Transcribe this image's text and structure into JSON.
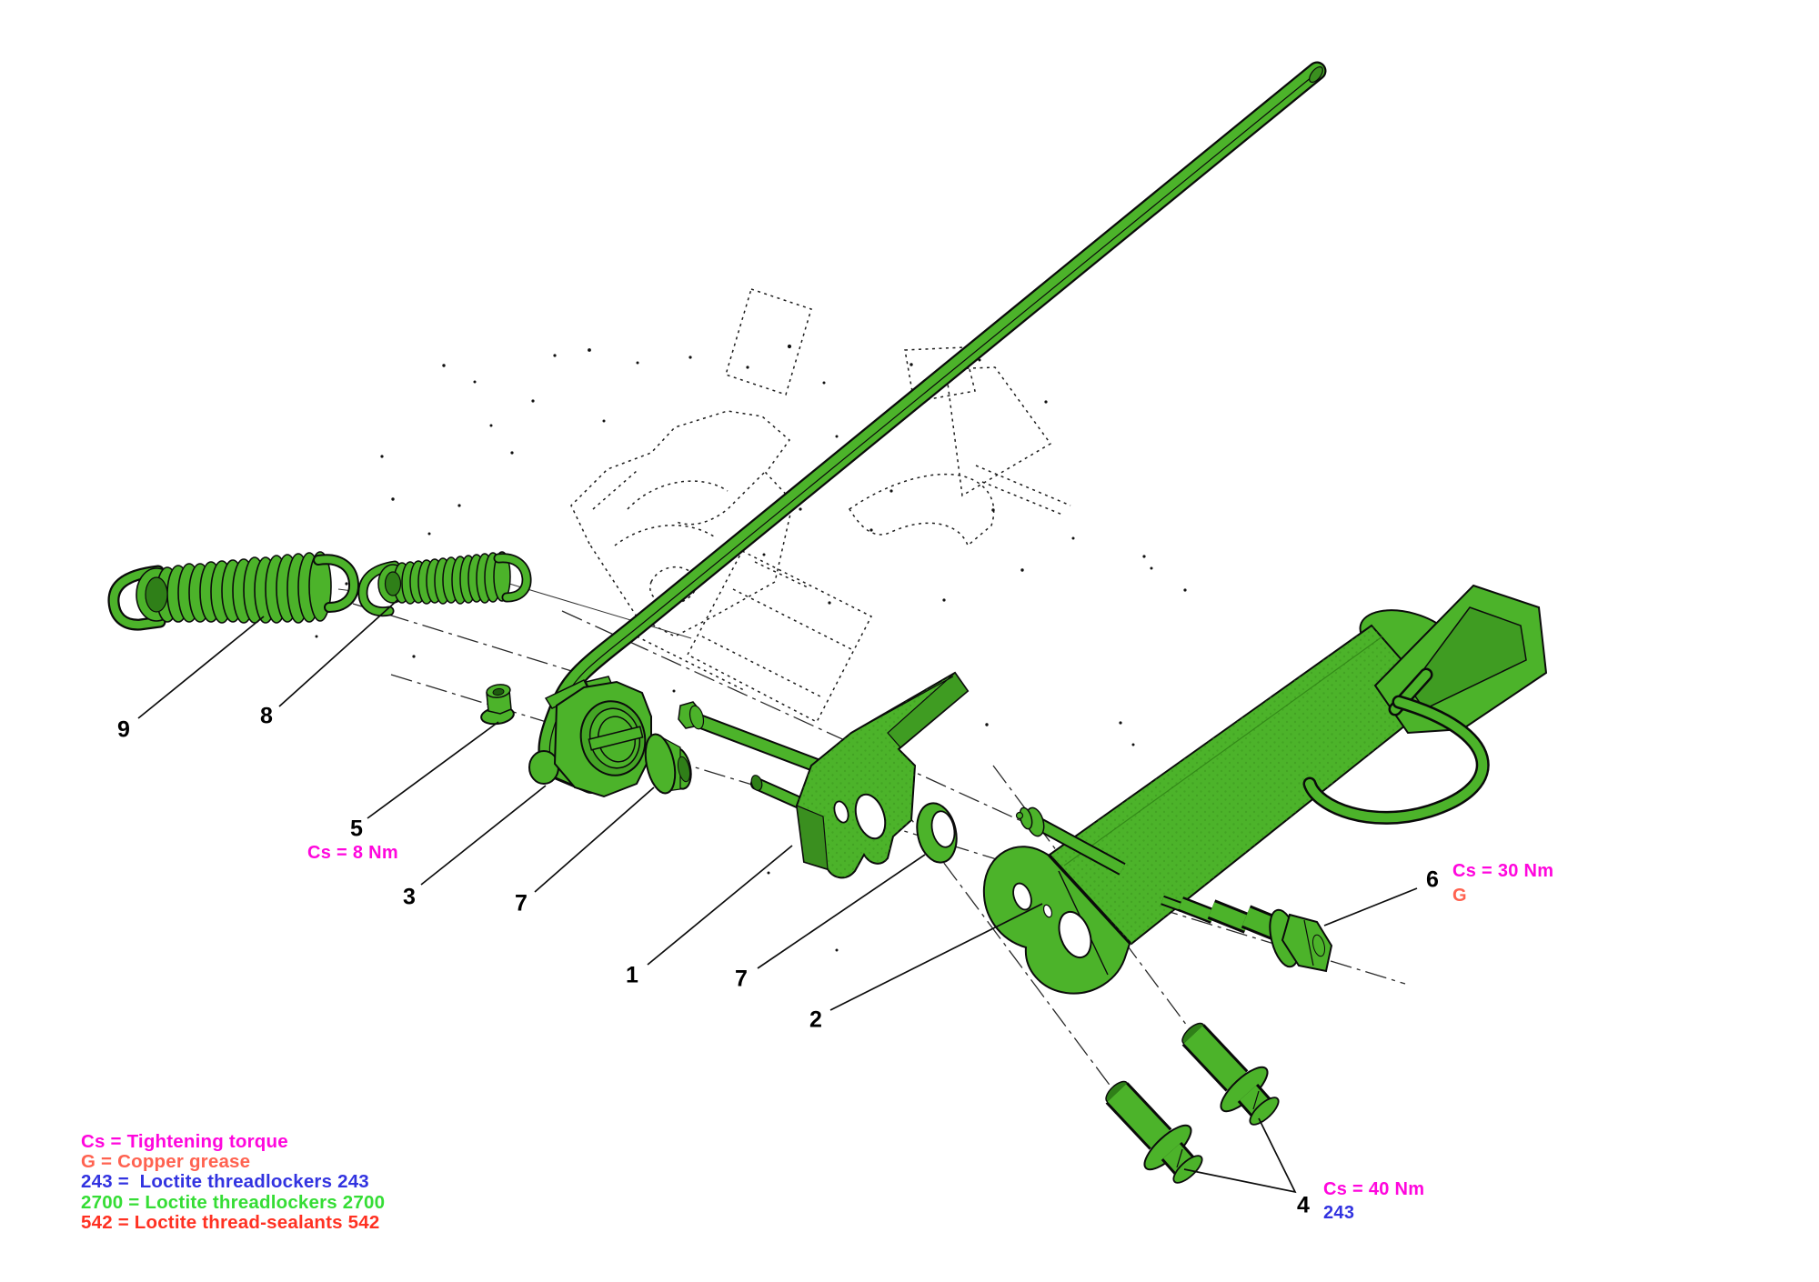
{
  "diagram": {
    "type": "exploded-parts-diagram",
    "background": "#ffffff"
  },
  "colors": {
    "part_green": "#4cb32a",
    "part_green_dark": "#3f9c22",
    "outline_black": "#0b0b0b",
    "annotation_magenta": "#ff06dd",
    "annotation_salmon": "#ff6250",
    "annotation_blue": "#3233e0",
    "annotation_green": "#35dd35",
    "annotation_red": "#ff3122"
  },
  "callouts": {
    "c1": "1",
    "c2": "2",
    "c3": "3",
    "c4": "4",
    "c5": "5",
    "c6": "6",
    "c7a": "7",
    "c7b": "7",
    "c8": "8",
    "c9": "9"
  },
  "annotations": {
    "torque_5": "Cs = 8 Nm",
    "torque_6": "Cs = 30 Nm",
    "grease_6": "G",
    "torque_4": "Cs = 40 Nm",
    "loctite_4": "243"
  },
  "legend": {
    "lines": [
      {
        "text": "Cs = Tightening torque",
        "color": "#ff06dd"
      },
      {
        "text": "G = Copper grease",
        "color": "#ff6250"
      },
      {
        "text": "243 =  Loctite threadlockers 243",
        "color": "#3233e0"
      },
      {
        "text": "2700 = Loctite threadlockers 2700",
        "color": "#35dd35"
      },
      {
        "text": "542 = Loctite thread-sealants 542",
        "color": "#ff3122"
      }
    ]
  }
}
